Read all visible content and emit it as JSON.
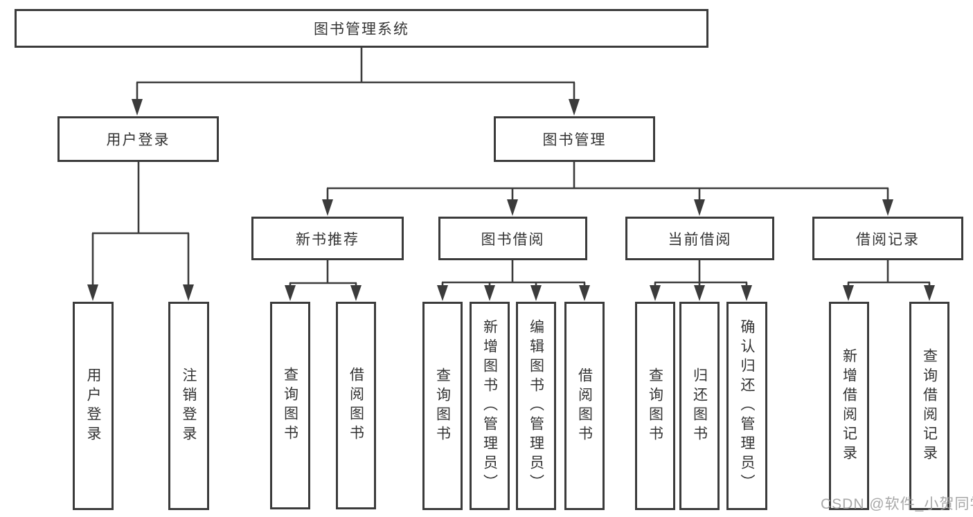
{
  "diagram": {
    "title": "图书管理系统",
    "nodes": {
      "root": "图书管理系统",
      "level2": {
        "user_login": "用户登录",
        "book_management": "图书管理"
      },
      "level3": {
        "new_book_recommendation": "新书推荐",
        "book_borrowing": "图书借阅",
        "current_borrowing": "当前借阅",
        "borrowing_records": "借阅记录"
      },
      "leaves": {
        "user_login": "用户登录",
        "logout": "注销登录",
        "nb_query_books": "查询图书",
        "nb_borrow_books": "借阅图书",
        "bb_query_books": "查询图书",
        "bb_add_books_admin": "新增图书（管理员）",
        "bb_edit_books_admin": "编辑图书（管理员）",
        "bb_borrow_books": "借阅图书",
        "cb_query_books": "查询图书",
        "cb_return_books": "归还图书",
        "cb_confirm_return_admin": "确认归还（管理员）",
        "br_add_record": "新增借阅记录",
        "br_query_record": "查询借阅记录"
      }
    },
    "watermark": "CSDN @软件_小贺同学",
    "colors": {
      "line": "#3b3b3b",
      "box_border": "#3b3b3b",
      "box_fill": "#ffffff",
      "text": "#333333",
      "background": "#ffffff",
      "watermark": "#9c9c9c"
    }
  }
}
